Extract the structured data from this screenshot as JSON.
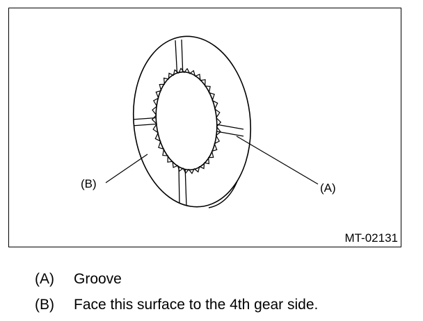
{
  "figure": {
    "code": "MT-02131",
    "callouts": {
      "a": "(A)",
      "b": "(B)"
    }
  },
  "legend": [
    {
      "key": "(A)",
      "text": "Groove"
    },
    {
      "key": "(B)",
      "text": "Face this surface to the 4th gear side."
    }
  ]
}
